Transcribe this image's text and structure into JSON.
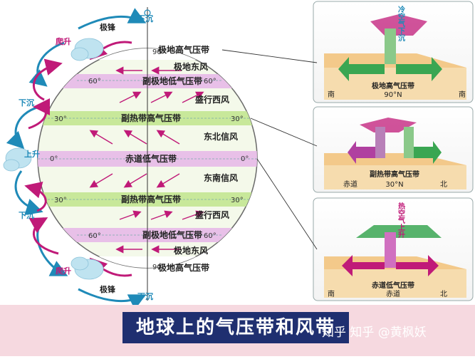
{
  "caption": "地球上的气压带和风带",
  "watermark": "知乎    知乎 @黄枫妖",
  "globe": {
    "belts": {
      "polar_high_n": "极地高气压带",
      "subpolar_low_n": "副极地低气压带",
      "subtropical_high_n": "副热带高气压带",
      "equatorial_low": "赤道低气压带",
      "subtropical_high_s": "副热带高气压带",
      "subpolar_low_s": "副极地低气压带",
      "polar_high_s": "极地高气压带"
    },
    "winds": {
      "polar_easterly_n": "极地东风",
      "westerly_n": "盛行西风",
      "ne_trade": "东北信风",
      "se_trade": "东南信风",
      "westerly_s": "盛行西风",
      "polar_easterly_s": "极地东风"
    },
    "latitudes": {
      "n90": "90°",
      "n60": "60°",
      "n30": "30°",
      "eq": "0°",
      "s30": "30°",
      "s60": "60°",
      "s90": "90°"
    },
    "labels": {
      "polar_front_n": "极锋",
      "polar_front_s": "极锋",
      "rise_n": "爬升",
      "rise_s": "爬升",
      "sink_top": "下沉",
      "sink_bottom": "下沉",
      "sink_left_n": "下沉",
      "sink_left_s": "下沉",
      "rise_eq": "上升"
    }
  },
  "panels": {
    "top": {
      "vertical": "冷空气下沉",
      "belt": "极地高气压带",
      "lat": "90°N",
      "left": "南",
      "right": "南"
    },
    "middle": {
      "belt": "副热带高气压带",
      "lat": "30°N",
      "left": "赤道",
      "right": "北"
    },
    "bottom": {
      "vertical": "热空气上升",
      "belt": "赤道低气压带",
      "lat": "赤道",
      "left": "南",
      "right": "北"
    }
  },
  "colors": {
    "green_belt": "#c8e89a",
    "pink_belt": "#e8c0e8",
    "arrow_magenta": "#c01a78",
    "arrow_blue": "#1f8ab8",
    "caption_bg": "#1f2f70"
  }
}
